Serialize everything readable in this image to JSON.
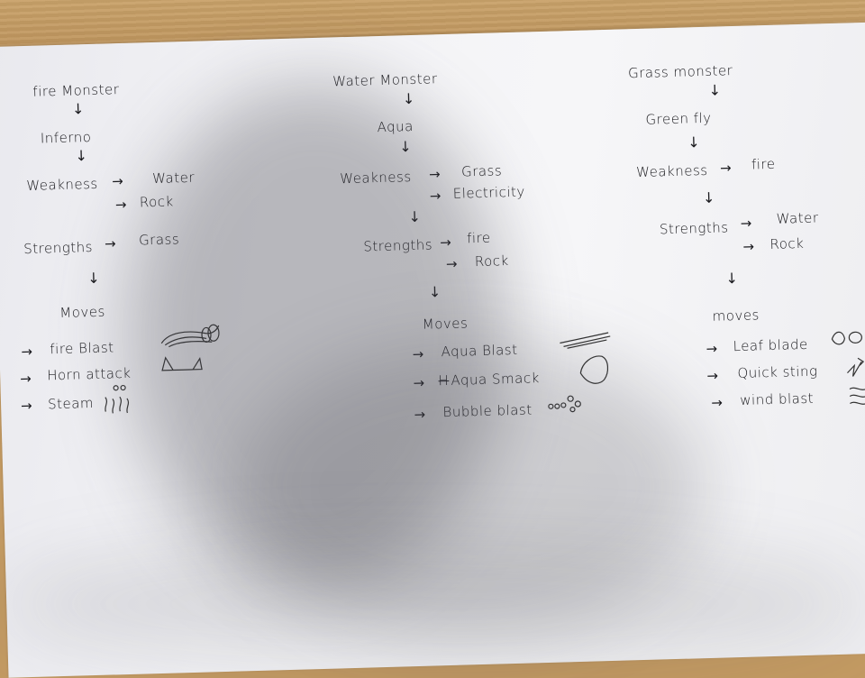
{
  "columns": [
    {
      "title": "fire Monster",
      "name": "Inferno",
      "weakness_label": "Weakness",
      "weaknesses": [
        "Water",
        "Rock"
      ],
      "strengths_label": "Strengths",
      "strengths": [
        "Grass"
      ],
      "moves_label": "Moves",
      "moves": [
        "fire Blast",
        "Horn attack",
        "Steam"
      ]
    },
    {
      "title": "Water Monster",
      "name": "Aqua",
      "weakness_label": "Weakness",
      "weaknesses": [
        "Grass",
        "Electricity"
      ],
      "strengths_label": "Strengths",
      "strengths": [
        "fire",
        "Rock"
      ],
      "moves_label": "Moves",
      "moves": [
        "Aqua Blast",
        "Aqua Smack",
        "Bubble blast"
      ],
      "crossed_out_mark": "H"
    },
    {
      "title": "Grass monster",
      "name": "Green fly",
      "weakness_label": "Weakness",
      "weaknesses": [
        "fire"
      ],
      "strengths_label": "Strengths",
      "strengths": [
        "Water",
        "Rock"
      ],
      "moves_label": "moves",
      "moves": [
        "Leaf blade",
        "Quick sting",
        "wind blast"
      ]
    }
  ],
  "symbols": {
    "right_arrow": "→",
    "down_arrow": "↓"
  },
  "colors": {
    "ink": "#1a1a1e",
    "paper": "#f3f3f6",
    "desk": "#c39a62"
  }
}
